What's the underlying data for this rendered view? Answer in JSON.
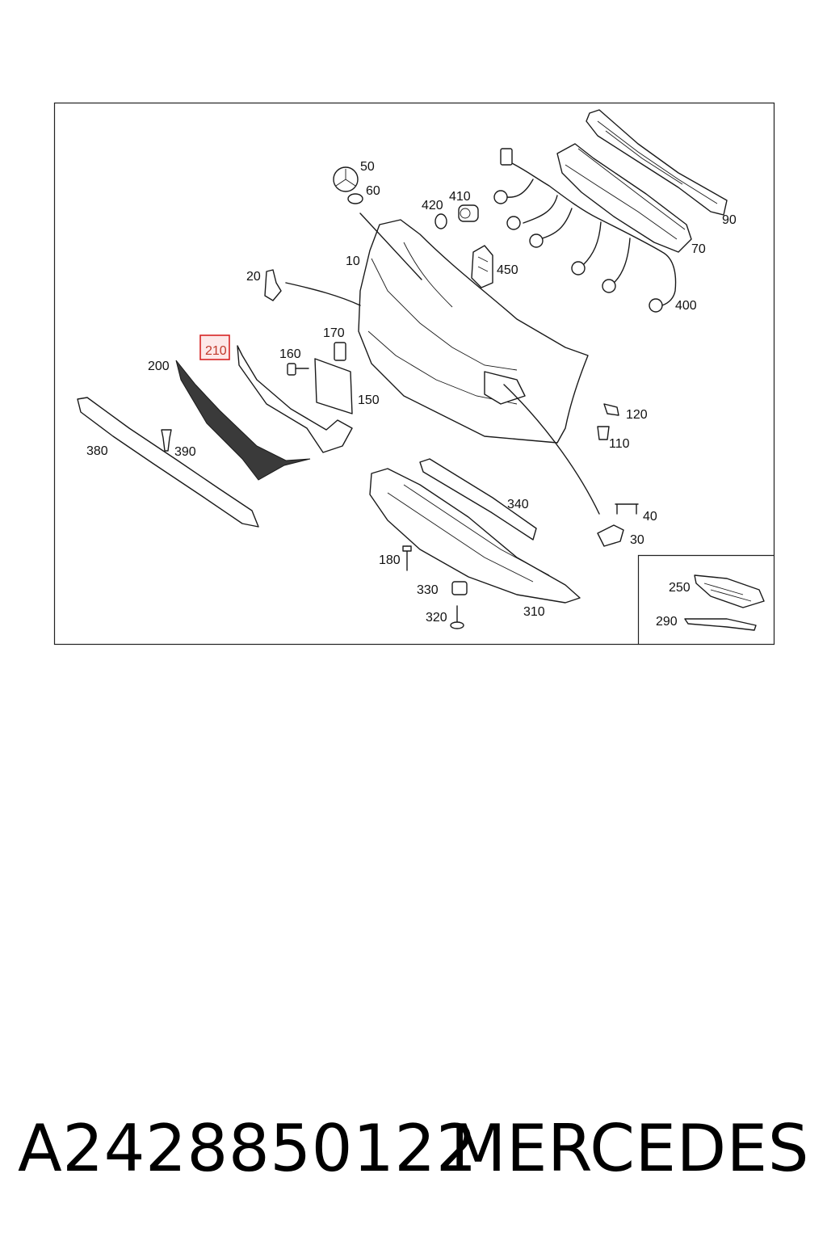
{
  "diagram": {
    "callouts": {
      "c10": "10",
      "c20": "20",
      "c30": "30",
      "c40": "40",
      "c50": "50",
      "c60": "60",
      "c70": "70",
      "c90": "90",
      "c110": "110",
      "c120": "120",
      "c150": "150",
      "c160": "160",
      "c170": "170",
      "c180": "180",
      "c200": "200",
      "c210": "210",
      "c250": "250",
      "c290": "290",
      "c310": "310",
      "c320": "320",
      "c330": "330",
      "c340": "340",
      "c380": "380",
      "c390": "390",
      "c400": "400",
      "c410": "410",
      "c420": "420",
      "c450": "450"
    },
    "highlighted_callout": "210",
    "highlight_color": "#d62424"
  },
  "caption": {
    "part_number": "A2428850122",
    "brand": "MERCEDES"
  }
}
